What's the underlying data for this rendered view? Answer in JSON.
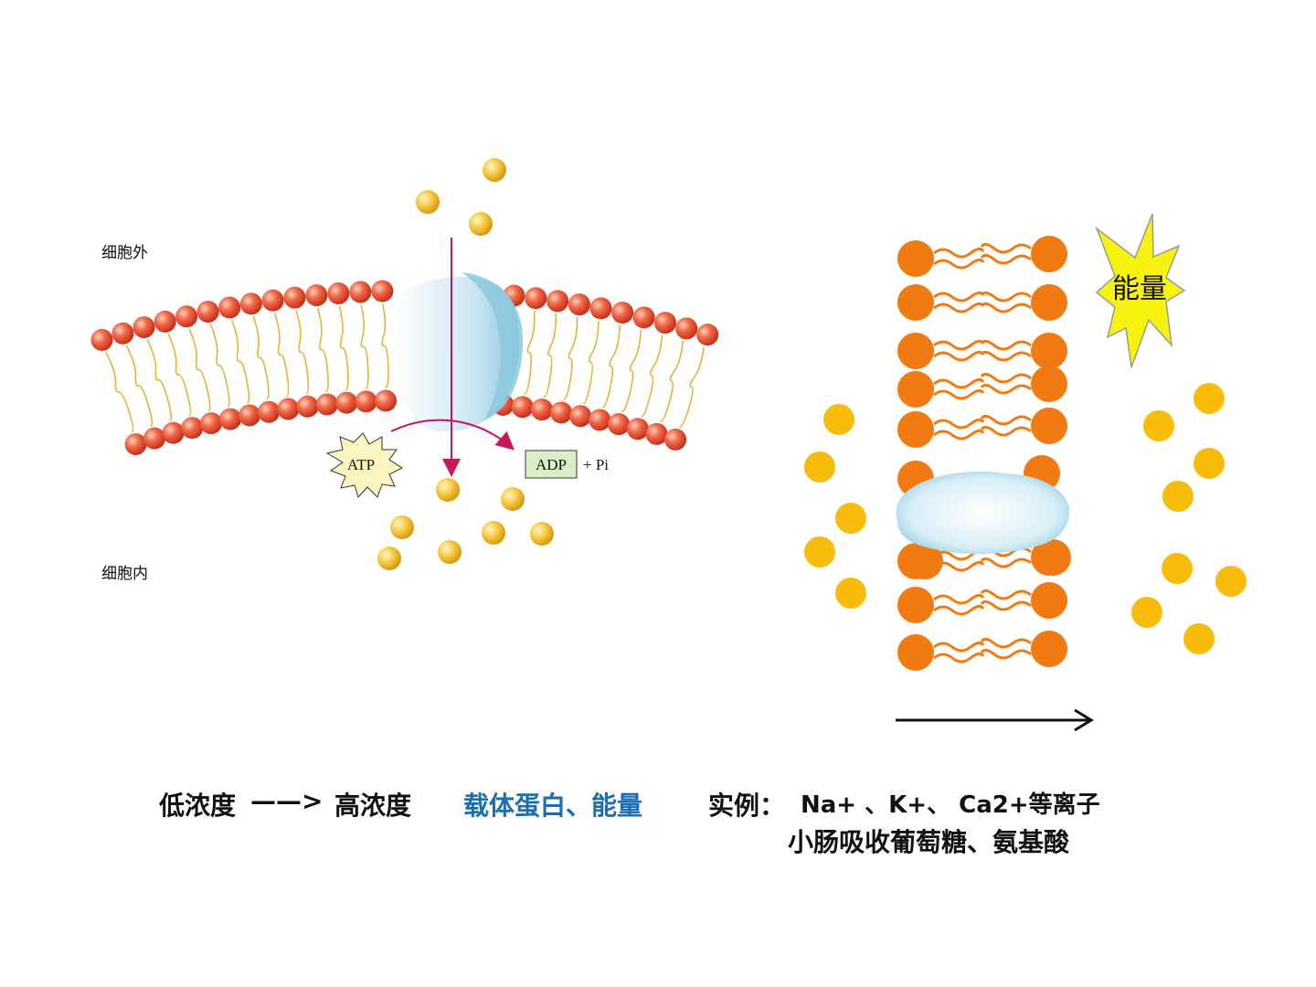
{
  "left_diagram": {
    "outside_label": "细胞外",
    "inside_label": "细胞内",
    "atp_label": "ATP",
    "adp_label": "ADP",
    "pi_label": "+ Pi"
  },
  "right_diagram": {
    "energy_label": "能量"
  },
  "caption": {
    "low_conc": "低浓度",
    "arrow": "——>",
    "high_conc": "高浓度",
    "requirement": "载体蛋白、能量",
    "example_label": "实例：",
    "example_line1": "Na+  、K+、 Ca2+等离子",
    "example_line2": "小肠吸收葡萄糖、氨基酸"
  },
  "colors": {
    "phospholipid_head": "#e8472a",
    "tail": "#e2b43a",
    "particle": "#f5c23a",
    "protein": "#bfe2f0",
    "arrow_magenta": "#c8185a",
    "energy_burst": "#f7f30f",
    "right_head": "#f27a12",
    "right_particle": "#f8bc0c",
    "requirement_text": "#1a6fb3"
  }
}
